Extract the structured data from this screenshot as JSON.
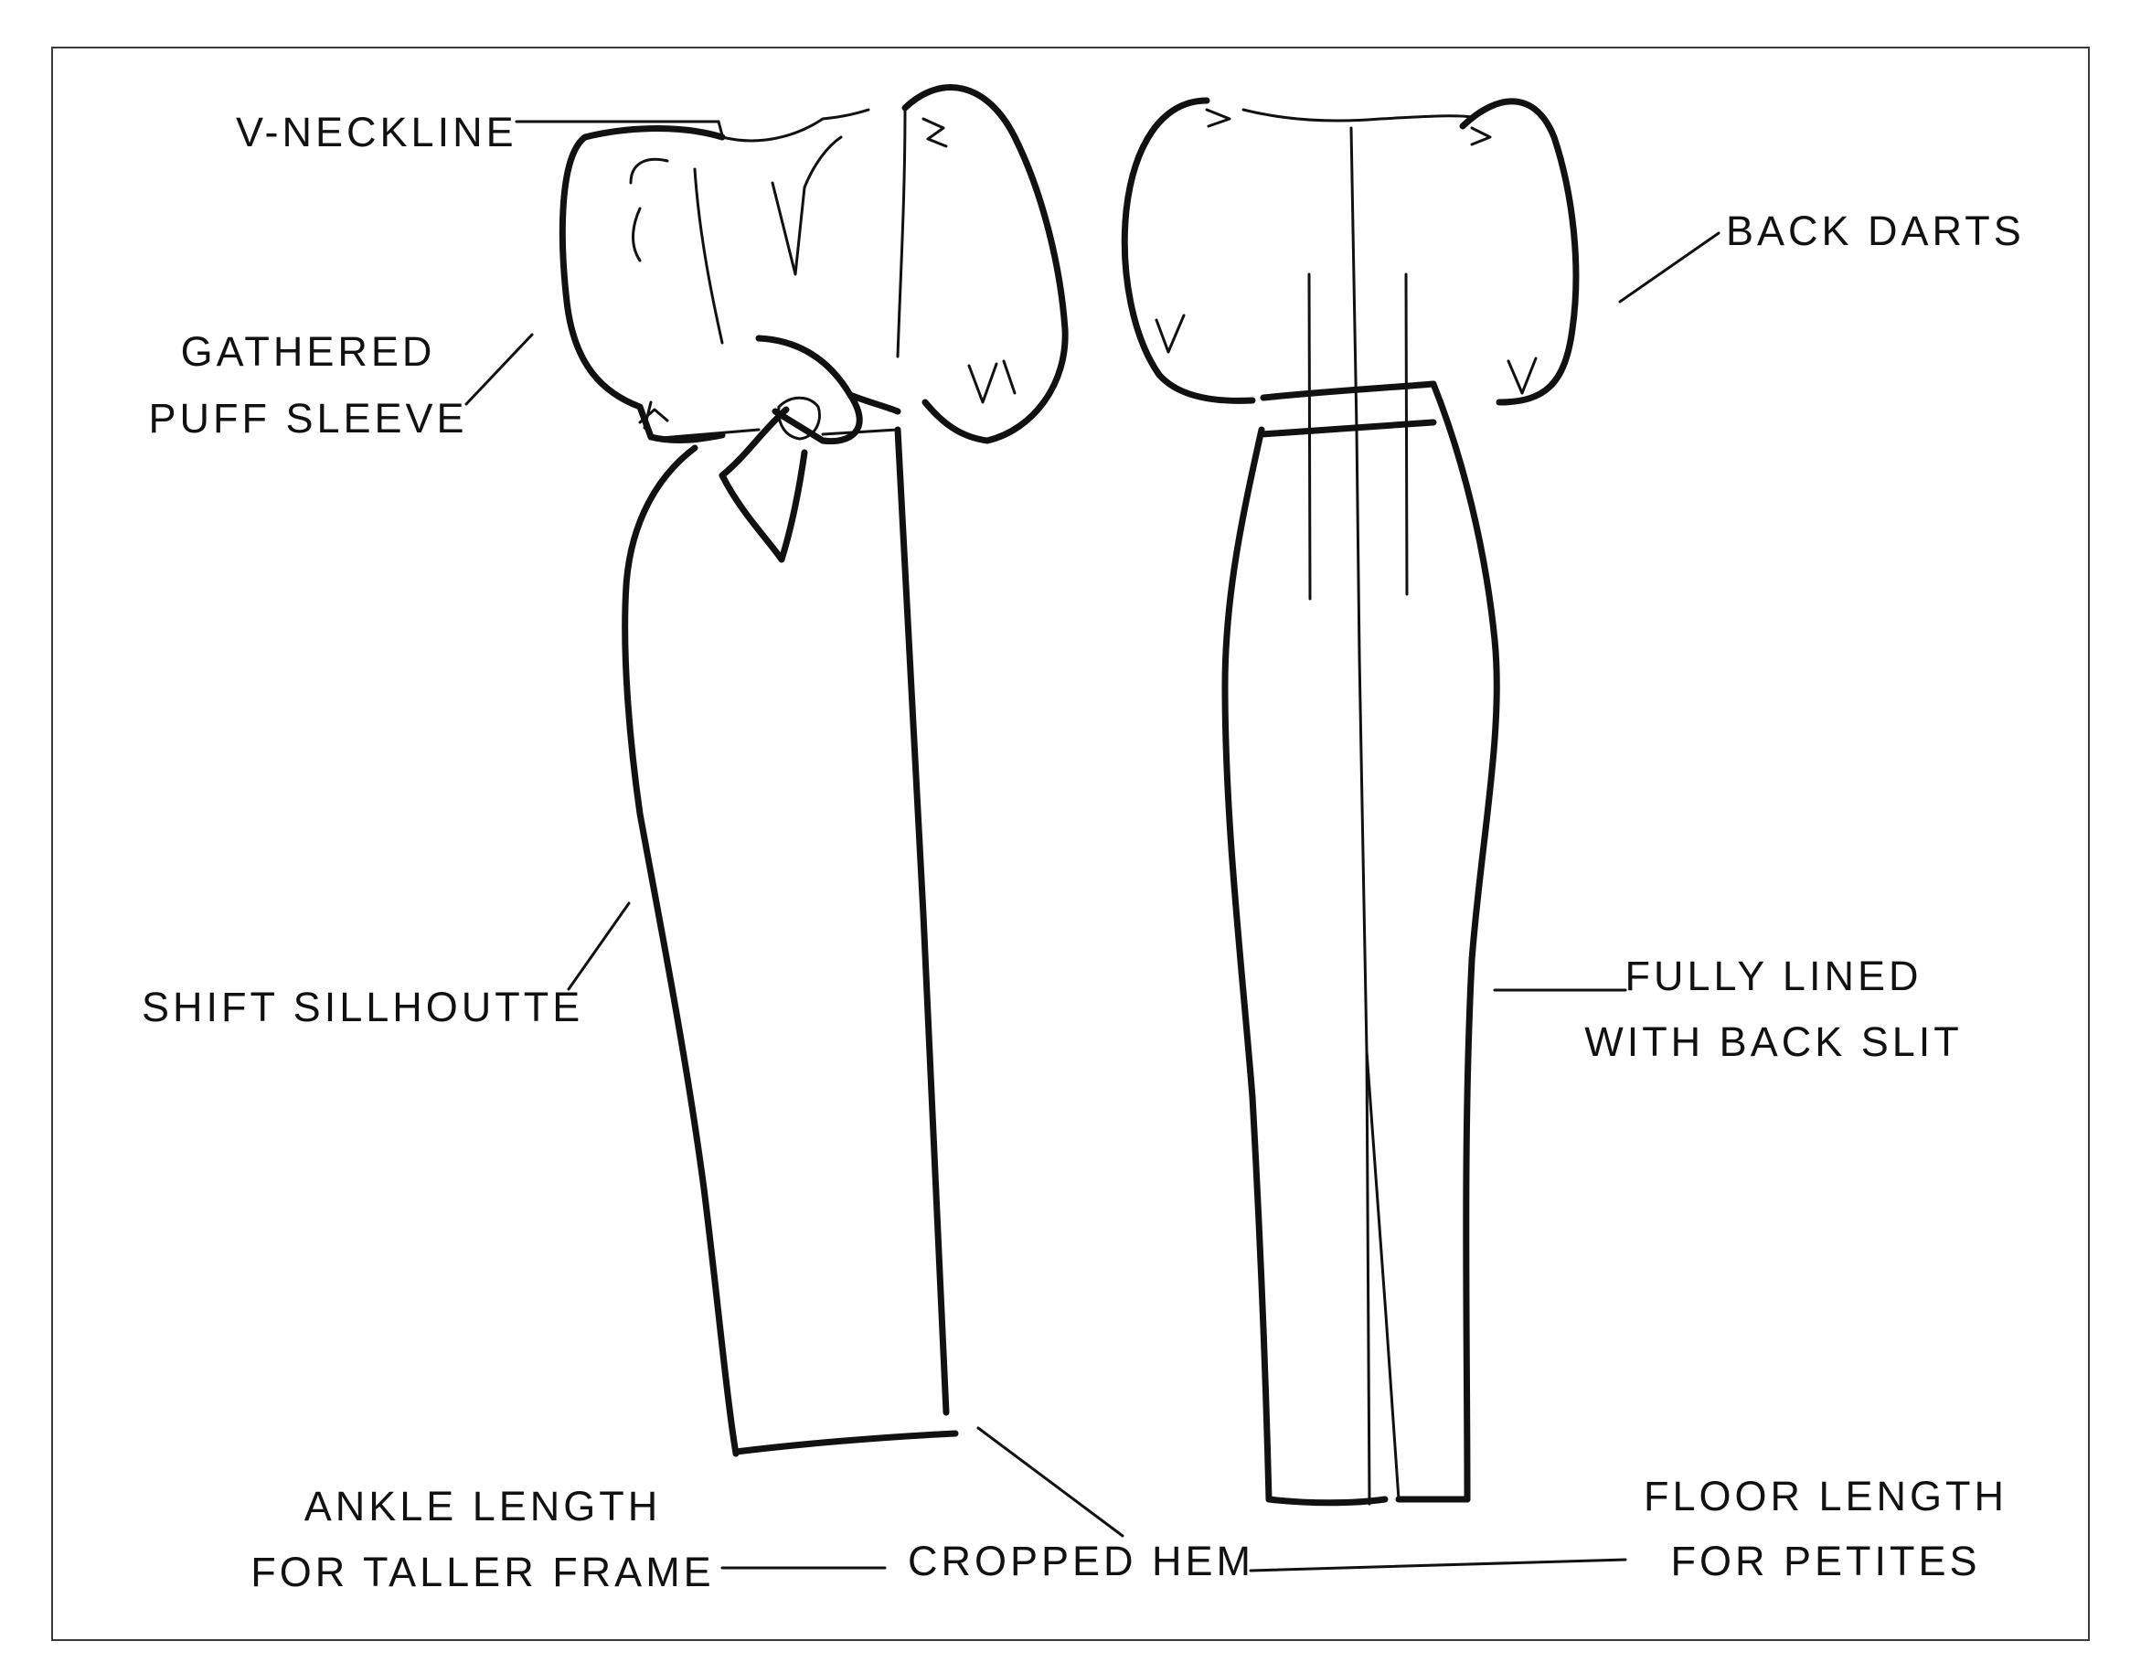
{
  "labels": {
    "v_neckline": "V-NECKLINE",
    "gathered_puff_sleeve": [
      "GATHERED",
      "PUFF SLEEVE"
    ],
    "shift_silhouette": "SHIFT SILLHOUTTE",
    "ankle_length": [
      "ANKLE LENGTH",
      "FOR TALLER FRAME"
    ],
    "cropped_hem": "CROPPED HEM",
    "back_darts": "BACK DARTS",
    "fully_lined": [
      "FULLY LINED",
      "WITH BACK SLIT"
    ],
    "floor_length": [
      "FLOOR LENGTH",
      "FOR PETITES"
    ]
  },
  "colors": {
    "ink": "#111111",
    "frame": "#3a3a3a",
    "background": "#ffffff"
  }
}
